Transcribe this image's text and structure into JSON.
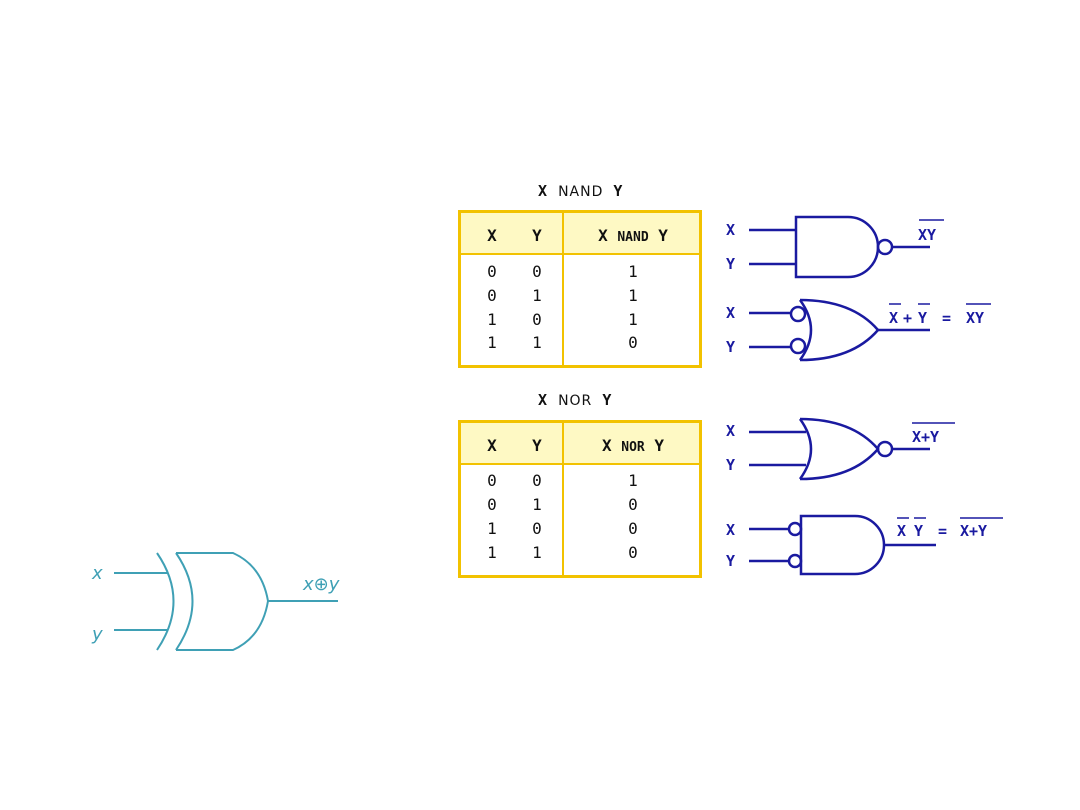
{
  "nand_table": {
    "caption_left": "X",
    "caption_op": "NAND",
    "caption_right": "Y",
    "headers": [
      "X",
      "Y",
      "X",
      "NAND",
      "Y"
    ],
    "rows": [
      {
        "x": "0",
        "y": "0",
        "out": "1"
      },
      {
        "x": "0",
        "y": "1",
        "out": "1"
      },
      {
        "x": "1",
        "y": "0",
        "out": "1"
      },
      {
        "x": "1",
        "y": "1",
        "out": "0"
      }
    ]
  },
  "nor_table": {
    "caption_left": "X",
    "caption_op": "NOR",
    "caption_right": "Y",
    "headers": [
      "X",
      "Y",
      "X",
      "NOR",
      "Y"
    ],
    "rows": [
      {
        "x": "0",
        "y": "0",
        "out": "1"
      },
      {
        "x": "0",
        "y": "1",
        "out": "0"
      },
      {
        "x": "1",
        "y": "0",
        "out": "0"
      },
      {
        "x": "1",
        "y": "1",
        "out": "0"
      }
    ]
  },
  "gates": {
    "input_x": "X",
    "input_y": "Y",
    "nand_output": "XY",
    "nand_alt_lhs_x": "X",
    "nand_alt_lhs_plus": "+",
    "nand_alt_lhs_y": "Y",
    "nand_alt_eq": "=",
    "nand_alt_rhs": "XY",
    "nor_output": "X+Y",
    "nor_alt_lhs_x": "X",
    "nor_alt_lhs_y": "Y",
    "nor_alt_eq": "=",
    "nor_alt_rhs": "X+Y"
  },
  "xor_gate": {
    "input_x": "x",
    "input_y": "y",
    "output": "x⊕y"
  },
  "colors": {
    "gate_stroke": "#1a1aa0",
    "xor_stroke": "#3fa0b5",
    "table_border": "#f2c200",
    "table_header_bg": "#fef9c4"
  }
}
